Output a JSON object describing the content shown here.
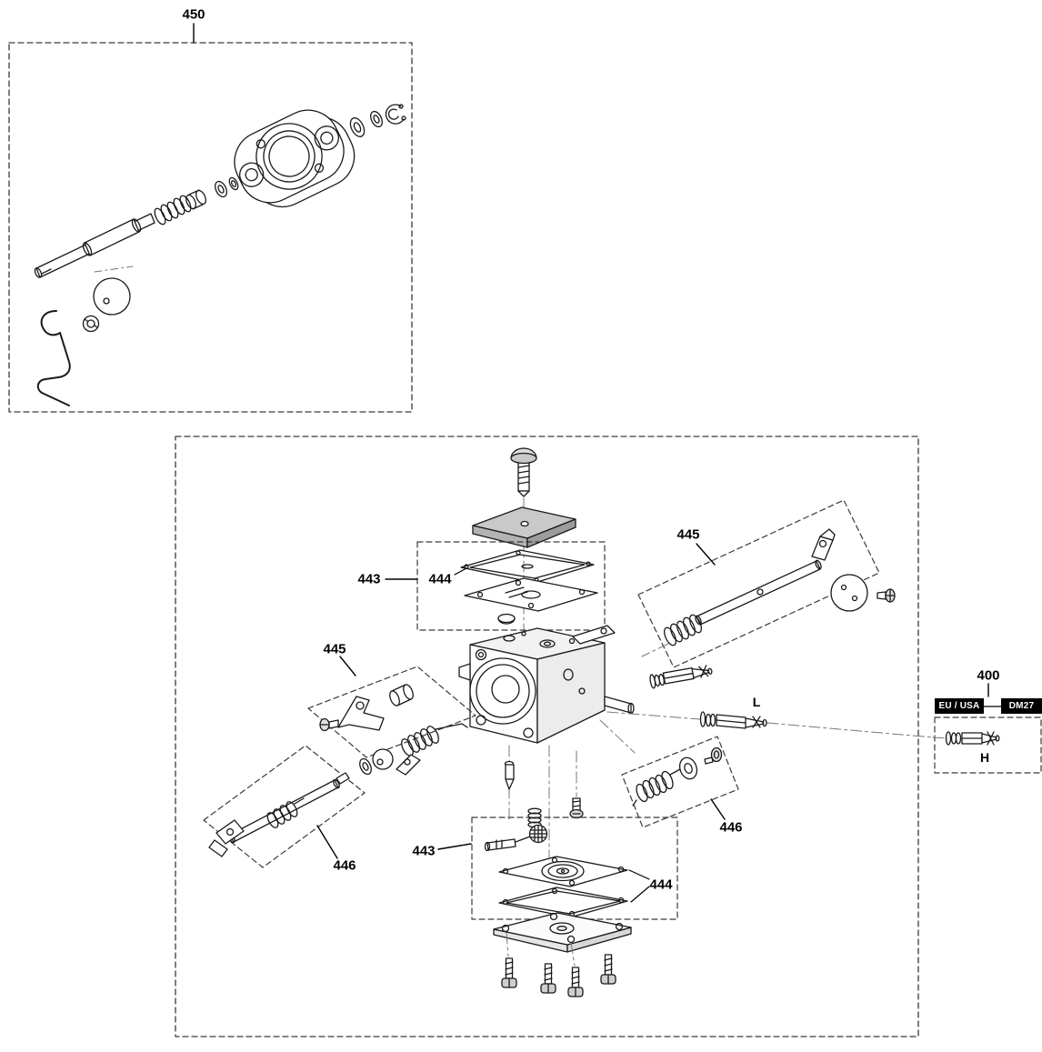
{
  "page": {
    "background": "#ffffff",
    "line_color": "#1a1a1a",
    "badge_bg": "#000000",
    "badge_text": "#ffffff"
  },
  "labels": {
    "throttle_control_group": "450",
    "choke_shaft_group": "445",
    "pump_gasket_group": "443",
    "pump_gasket": "444",
    "throttle_lever_group": "445",
    "throttle_shaft_group": "446",
    "inlet_screen_group": "443",
    "metering_diaphragm": "444",
    "choke_return_group": "446",
    "adjusting_needle_group": "400",
    "low_speed_needle": "L",
    "high_speed_needle": "H"
  },
  "badges": {
    "region": "EU / USA",
    "model": "DM27"
  }
}
